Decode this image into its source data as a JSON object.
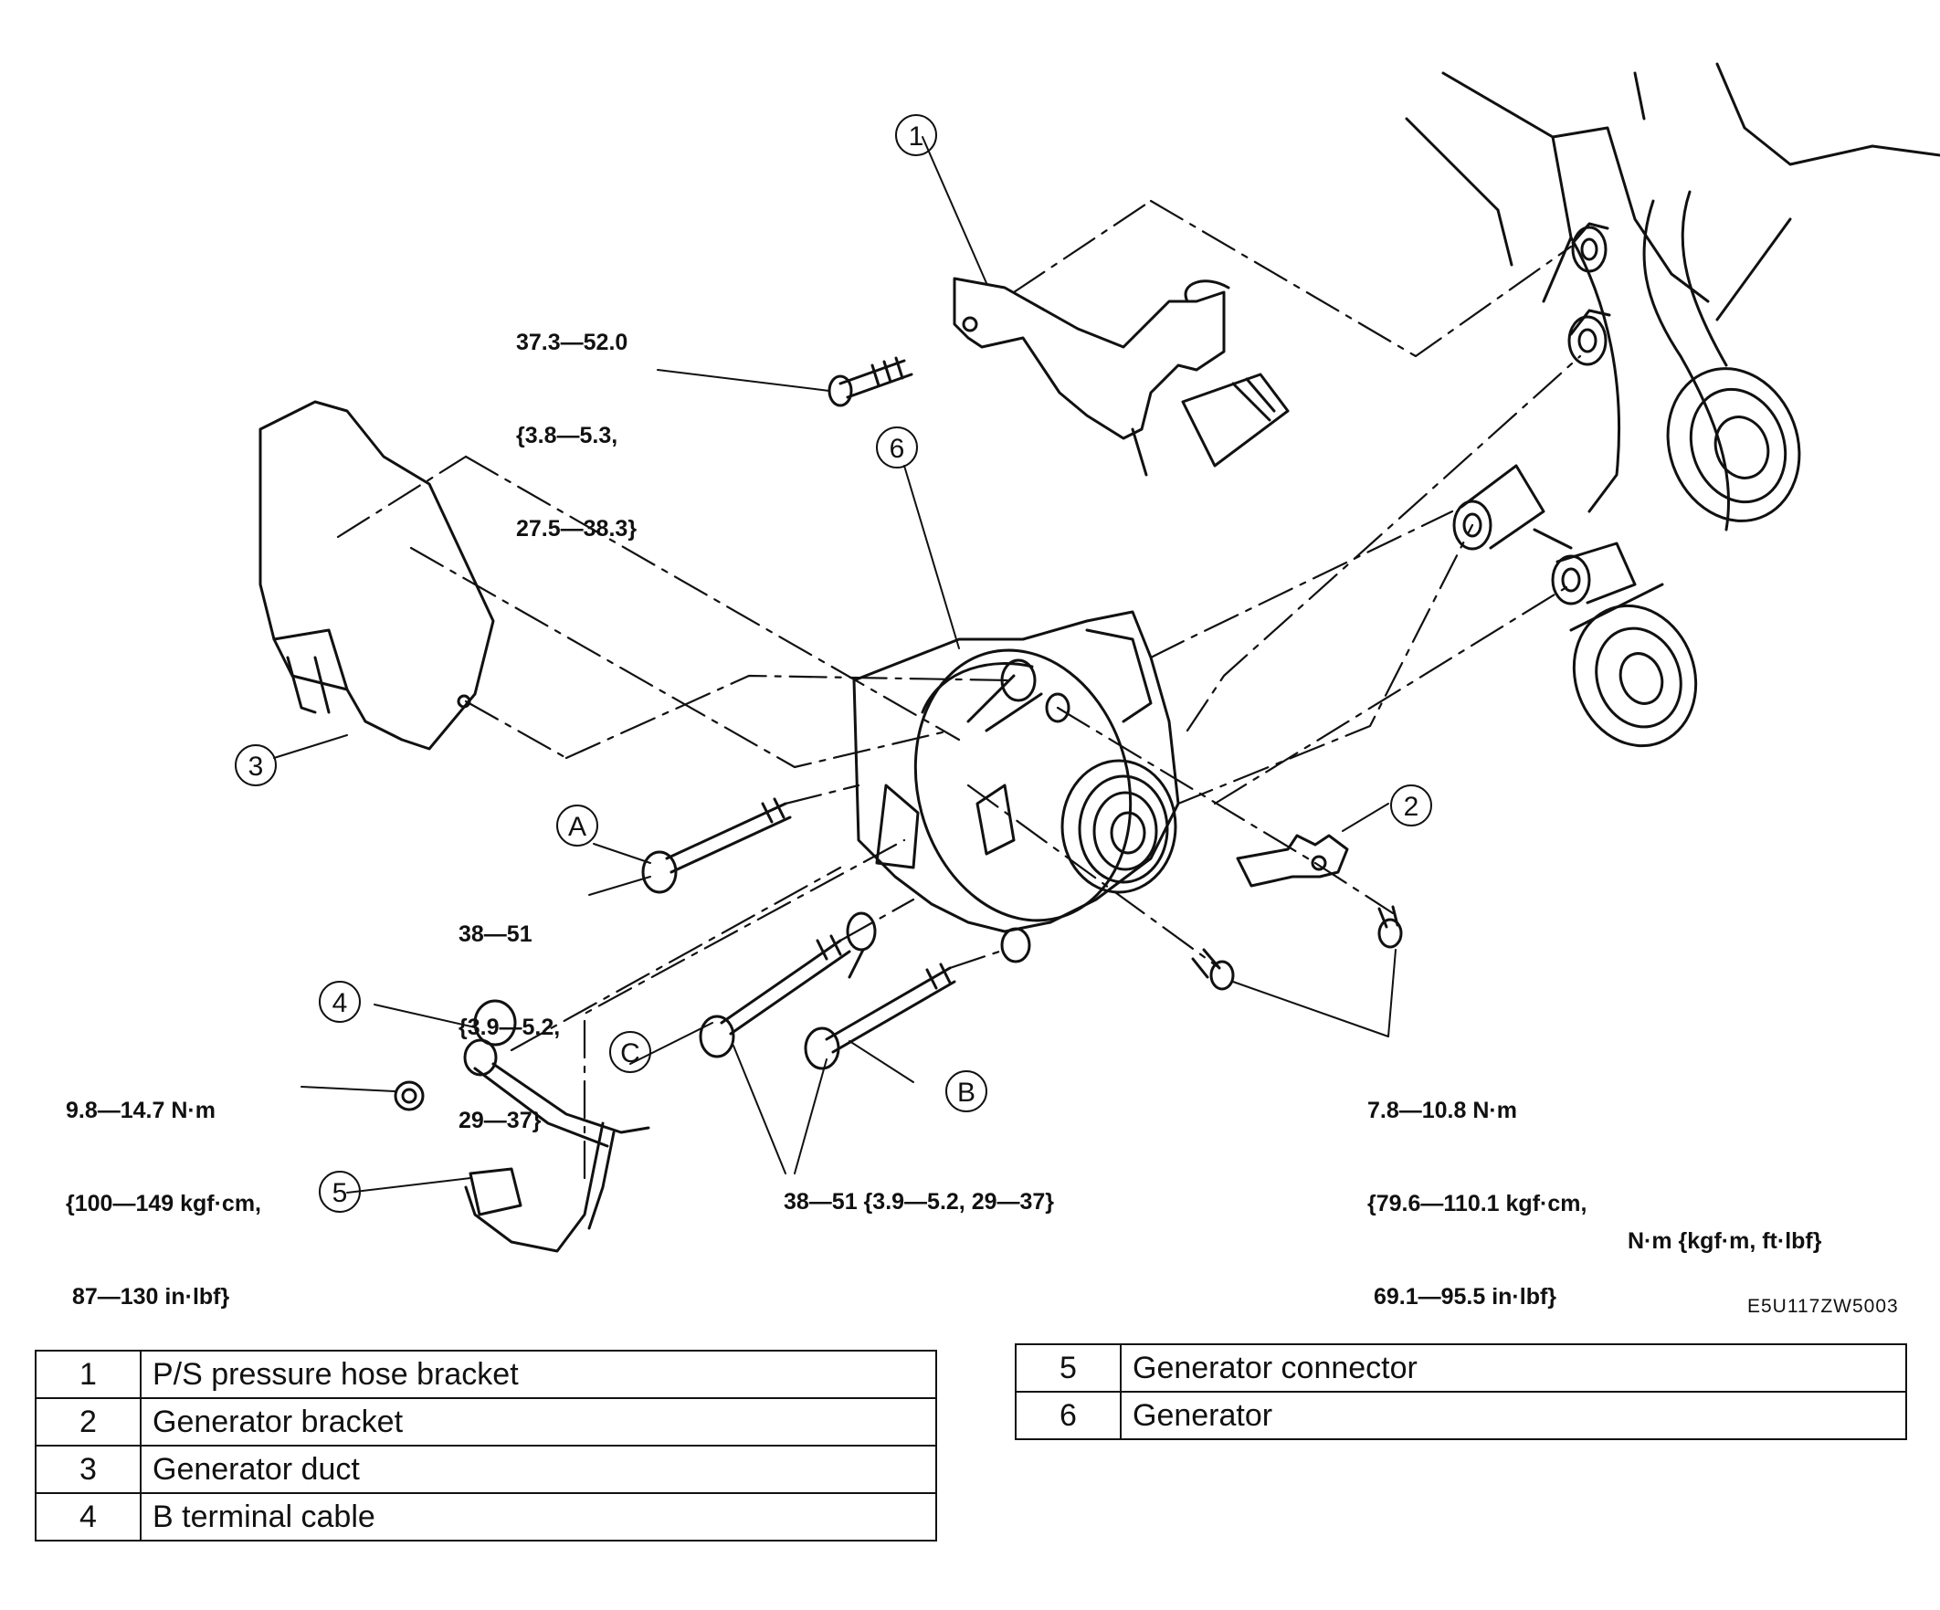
{
  "callouts": [
    "1",
    "2",
    "3",
    "4",
    "5",
    "6",
    "A",
    "B",
    "C"
  ],
  "torque_specs": {
    "bracket_bolt": [
      "37.3—52.0",
      "{3.8—5.3,",
      "27.5—38.3}"
    ],
    "bolt_a": [
      "38—51",
      "{3.9—5.2,",
      "29—37}"
    ],
    "b_terminal_nut": [
      "9.8—14.7 N·m",
      "{100—149 kgf·cm,",
      " 87—130 in·lbf}"
    ],
    "small_bolts": [
      "7.8—10.8 N·m",
      "{79.6—110.1 kgf·cm,",
      " 69.1—95.5 in·lbf}"
    ],
    "bolts_bc": "38—51 {3.9—5.2, 29—37}"
  },
  "units_note": "N·m {kgf·m, ft·lbf}",
  "figure_code": "E5U117ZW5003",
  "parts_left": [
    {
      "num": "1",
      "name": "P/S pressure hose bracket"
    },
    {
      "num": "2",
      "name": "Generator bracket"
    },
    {
      "num": "3",
      "name": "Generator duct"
    },
    {
      "num": "4",
      "name": "B terminal cable"
    }
  ],
  "parts_right": [
    {
      "num": "5",
      "name": "Generator connector"
    },
    {
      "num": "6",
      "name": "Generator"
    }
  ]
}
